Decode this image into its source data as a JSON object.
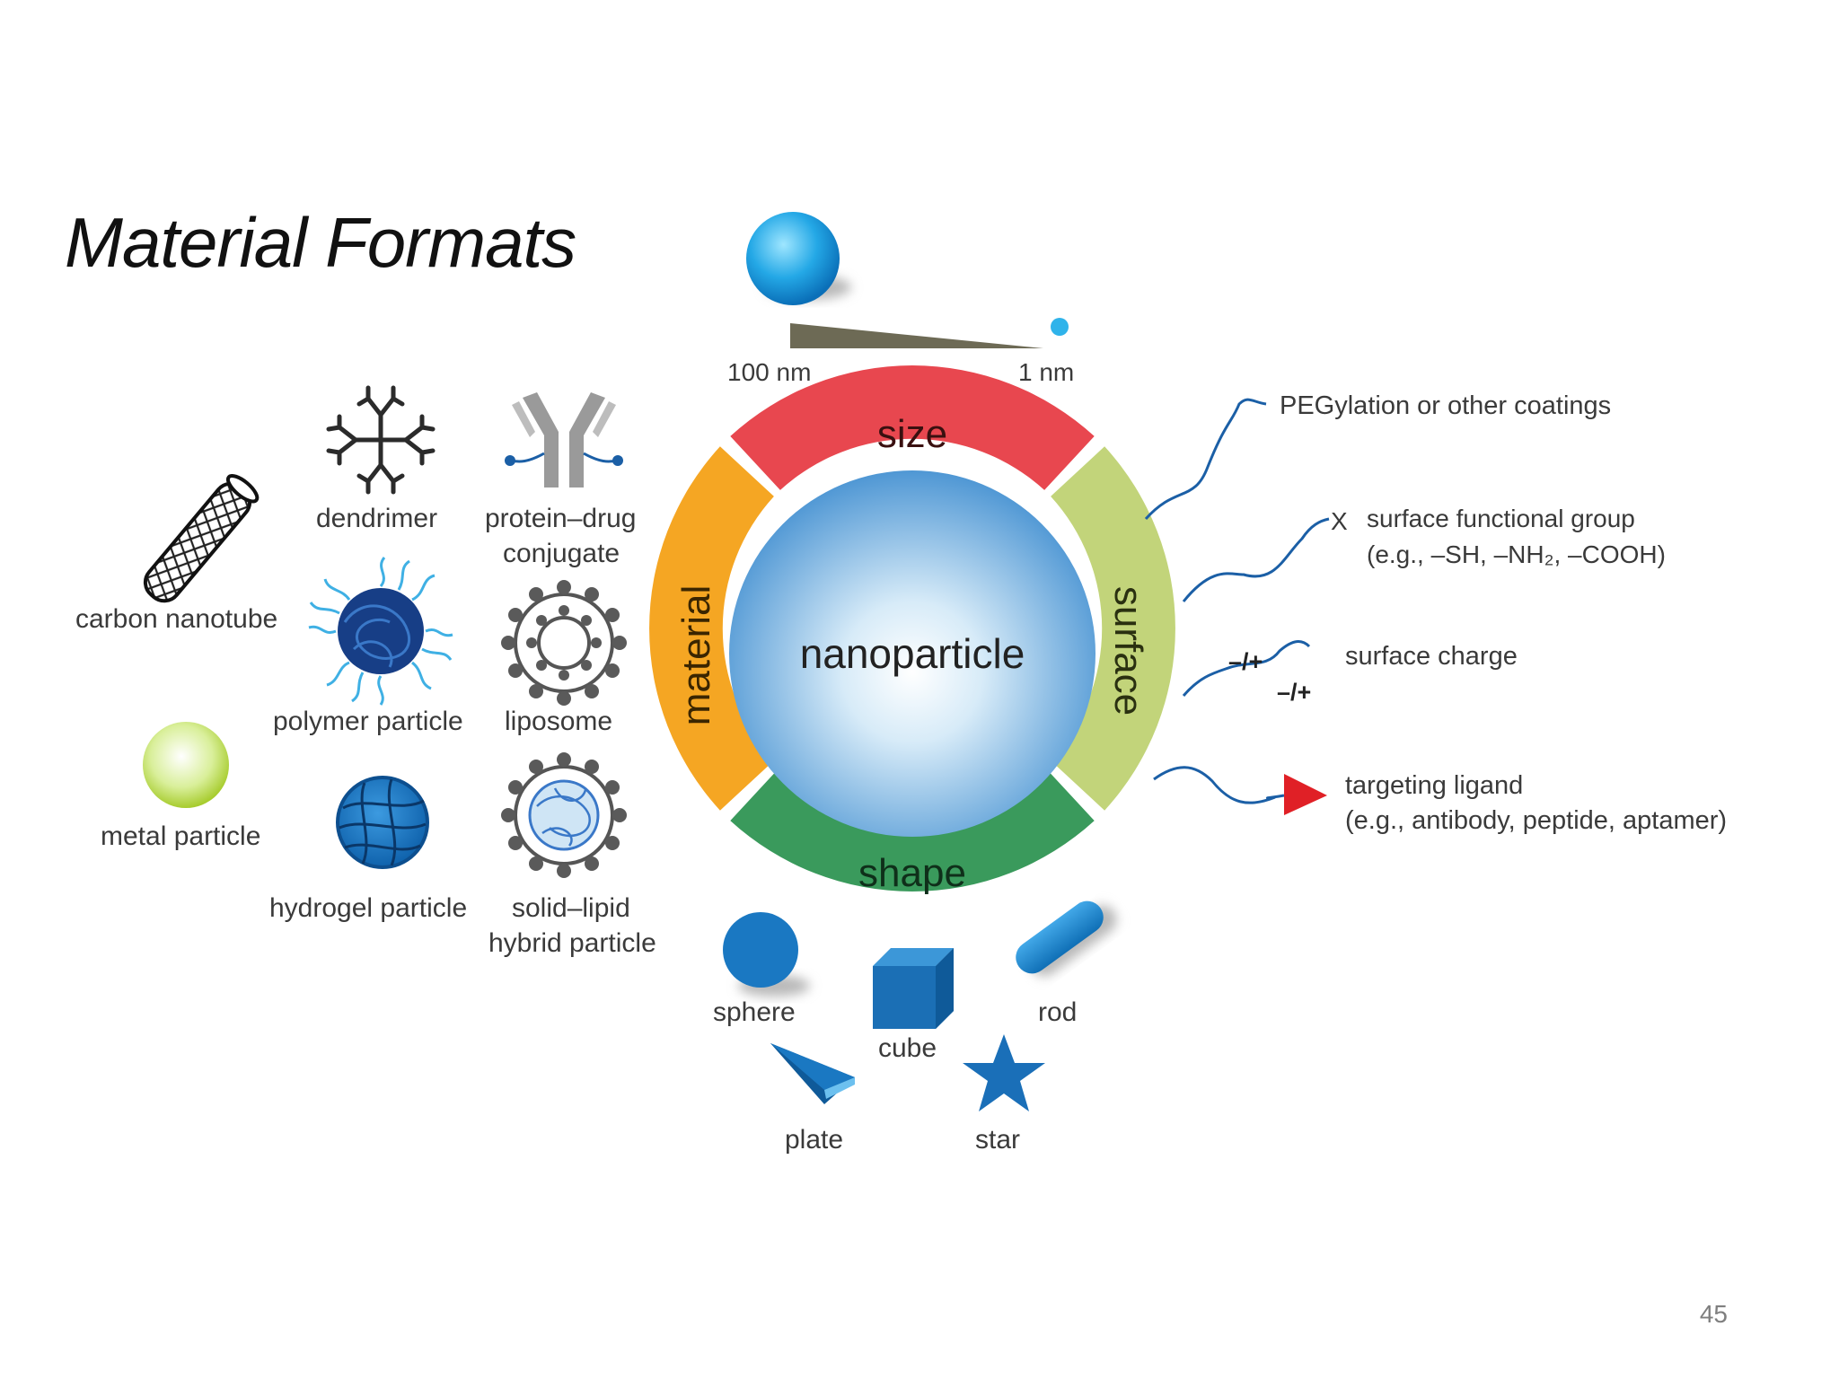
{
  "slide": {
    "title": "Material Formats",
    "page_number": "45"
  },
  "size_scale": {
    "large_label": "100 nm",
    "small_label": "1 nm"
  },
  "ring": {
    "center": "nanoparticle",
    "segments": {
      "size": "size",
      "material": "material",
      "surface": "surface",
      "shape": "shape"
    },
    "colors": {
      "size": "#e8474f",
      "material": "#f5a623",
      "surface": "#c2d47a",
      "shape": "#3a9a5c"
    }
  },
  "materials": {
    "carbon_nanotube": "carbon nanotube",
    "dendrimer": "dendrimer",
    "protein_drug_line1": "protein–drug",
    "protein_drug_line2": "conjugate",
    "polymer_particle": "polymer particle",
    "liposome": "liposome",
    "metal_particle": "metal particle",
    "hydrogel_particle": "hydrogel particle",
    "solid_lipid_line1": "solid–lipid",
    "solid_lipid_line2": "hybrid particle"
  },
  "surface_features": {
    "coatings": "PEGylation or other coatings",
    "functional_group_marker": "X",
    "functional_group_line1": "surface functional group",
    "functional_group_line2": "(e.g., –SH, –NH₂, –COOH)",
    "charge_symbol": "–/+",
    "charge": "surface charge",
    "ligand_line1": "targeting ligand",
    "ligand_line2": "(e.g., antibody, peptide, aptamer)"
  },
  "shapes": {
    "sphere": "sphere",
    "cube": "cube",
    "rod": "rod",
    "plate": "plate",
    "star": "star"
  }
}
